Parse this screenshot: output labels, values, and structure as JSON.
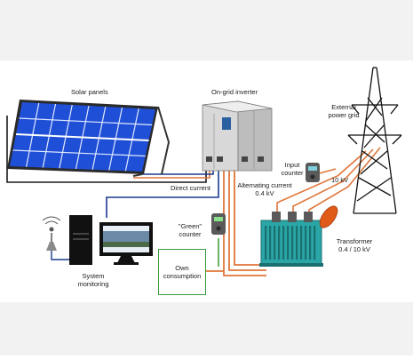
{
  "labels": {
    "solar_panels": "Solar panels",
    "inverter": "On-grid inverter",
    "external_grid_line1": "External",
    "external_grid_line2": "power grid",
    "input_counter_line1": "Input",
    "input_counter_line2": "counter",
    "kv10": "10 kV",
    "direct_current": "Direct current",
    "ac_line1": "Alternating current",
    "ac_line2": "0.4 kV",
    "green_counter_line1": "\"Green\"",
    "green_counter_line2": "counter",
    "transformer_line1": "Transformer",
    "transformer_line2": "0.4 / 10 kV",
    "system_monitoring_line1": "System",
    "system_monitoring_line2": "monitoring",
    "own_consumption_line1": "Own",
    "own_consumption_line2": "consumption"
  },
  "colors": {
    "panel_blue": "#1f4fd6",
    "dc_wire": "#1a3a8c",
    "ac_wire": "#e0763a",
    "green_wire": "#3a9a3a",
    "transformer_body": "#2aa6a6",
    "bushing": "#e05a1a"
  }
}
